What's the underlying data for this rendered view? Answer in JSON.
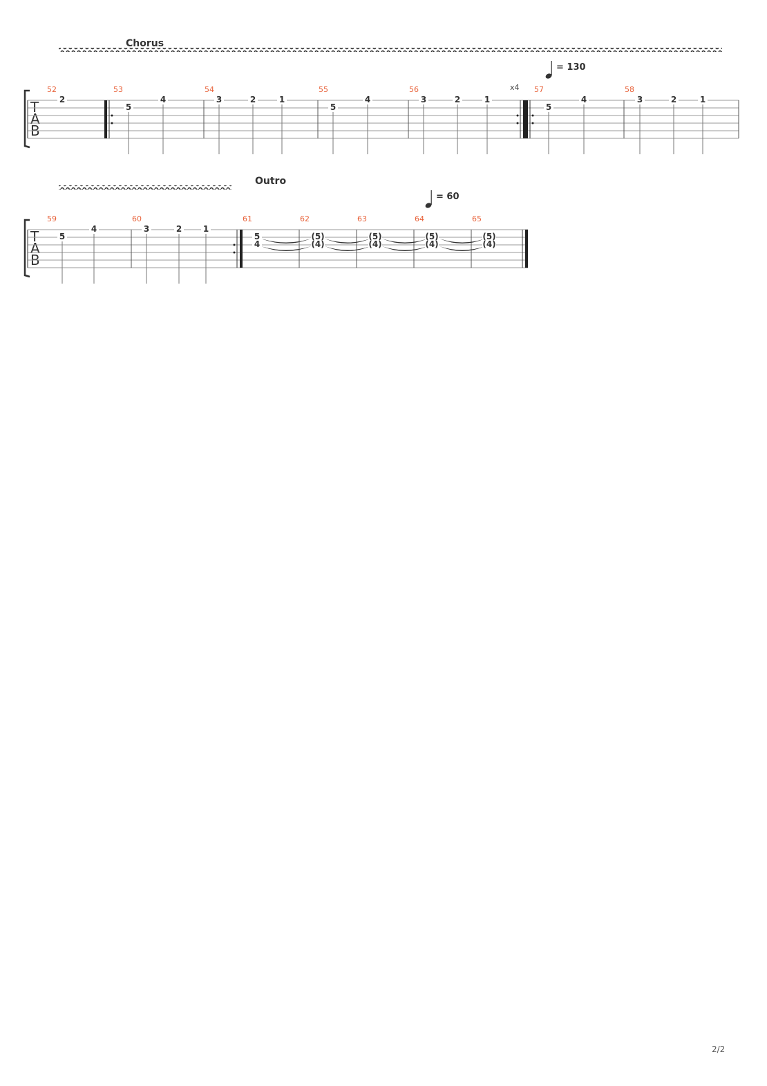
{
  "clef": [
    "T",
    "A",
    "B"
  ],
  "page_number": "2/2",
  "systems": [
    {
      "section": "Chorus",
      "tempo": {
        "symbol": "quarter-note",
        "value": "= 130"
      },
      "repeat_count": "x4",
      "measures": [
        {
          "number": "52",
          "notes": [
            {
              "fret": "2",
              "string": 1
            }
          ]
        },
        {
          "number": "53",
          "notes": [
            {
              "fret": "5",
              "string": 2
            },
            {
              "fret": "4",
              "string": 1
            }
          ]
        },
        {
          "number": "54",
          "notes": [
            {
              "fret": "3",
              "string": 1
            },
            {
              "fret": "2",
              "string": 1
            },
            {
              "fret": "1",
              "string": 1
            }
          ]
        },
        {
          "number": "55",
          "notes": [
            {
              "fret": "5",
              "string": 2
            },
            {
              "fret": "4",
              "string": 1
            }
          ]
        },
        {
          "number": "56",
          "notes": [
            {
              "fret": "3",
              "string": 1
            },
            {
              "fret": "2",
              "string": 1
            },
            {
              "fret": "1",
              "string": 1
            }
          ]
        },
        {
          "number": "57",
          "notes": [
            {
              "fret": "5",
              "string": 2
            },
            {
              "fret": "4",
              "string": 1
            }
          ]
        },
        {
          "number": "58",
          "notes": [
            {
              "fret": "3",
              "string": 1
            },
            {
              "fret": "2",
              "string": 1
            },
            {
              "fret": "1",
              "string": 1
            }
          ]
        }
      ]
    },
    {
      "section": "Outro",
      "tempo": {
        "symbol": "quarter-note",
        "value": "= 60"
      },
      "measures": [
        {
          "number": "59",
          "notes": [
            {
              "fret": "5",
              "string": 2
            },
            {
              "fret": "4",
              "string": 1
            }
          ]
        },
        {
          "number": "60",
          "notes": [
            {
              "fret": "3",
              "string": 1
            },
            {
              "fret": "2",
              "string": 1
            },
            {
              "fret": "1",
              "string": 1
            }
          ]
        },
        {
          "number": "61",
          "notes": [
            {
              "fret": "5",
              "string": 2
            },
            {
              "fret": "4",
              "string": 3
            }
          ]
        },
        {
          "number": "62",
          "notes": [
            {
              "fret": "(5)",
              "string": 2
            },
            {
              "fret": "(4)",
              "string": 3
            }
          ]
        },
        {
          "number": "63",
          "notes": [
            {
              "fret": "(5)",
              "string": 2
            },
            {
              "fret": "(4)",
              "string": 3
            }
          ]
        },
        {
          "number": "64",
          "notes": [
            {
              "fret": "(5)",
              "string": 2
            },
            {
              "fret": "(4)",
              "string": 3
            }
          ]
        },
        {
          "number": "65",
          "notes": [
            {
              "fret": "(5)",
              "string": 2
            },
            {
              "fret": "(4)",
              "string": 3
            }
          ]
        }
      ]
    }
  ]
}
